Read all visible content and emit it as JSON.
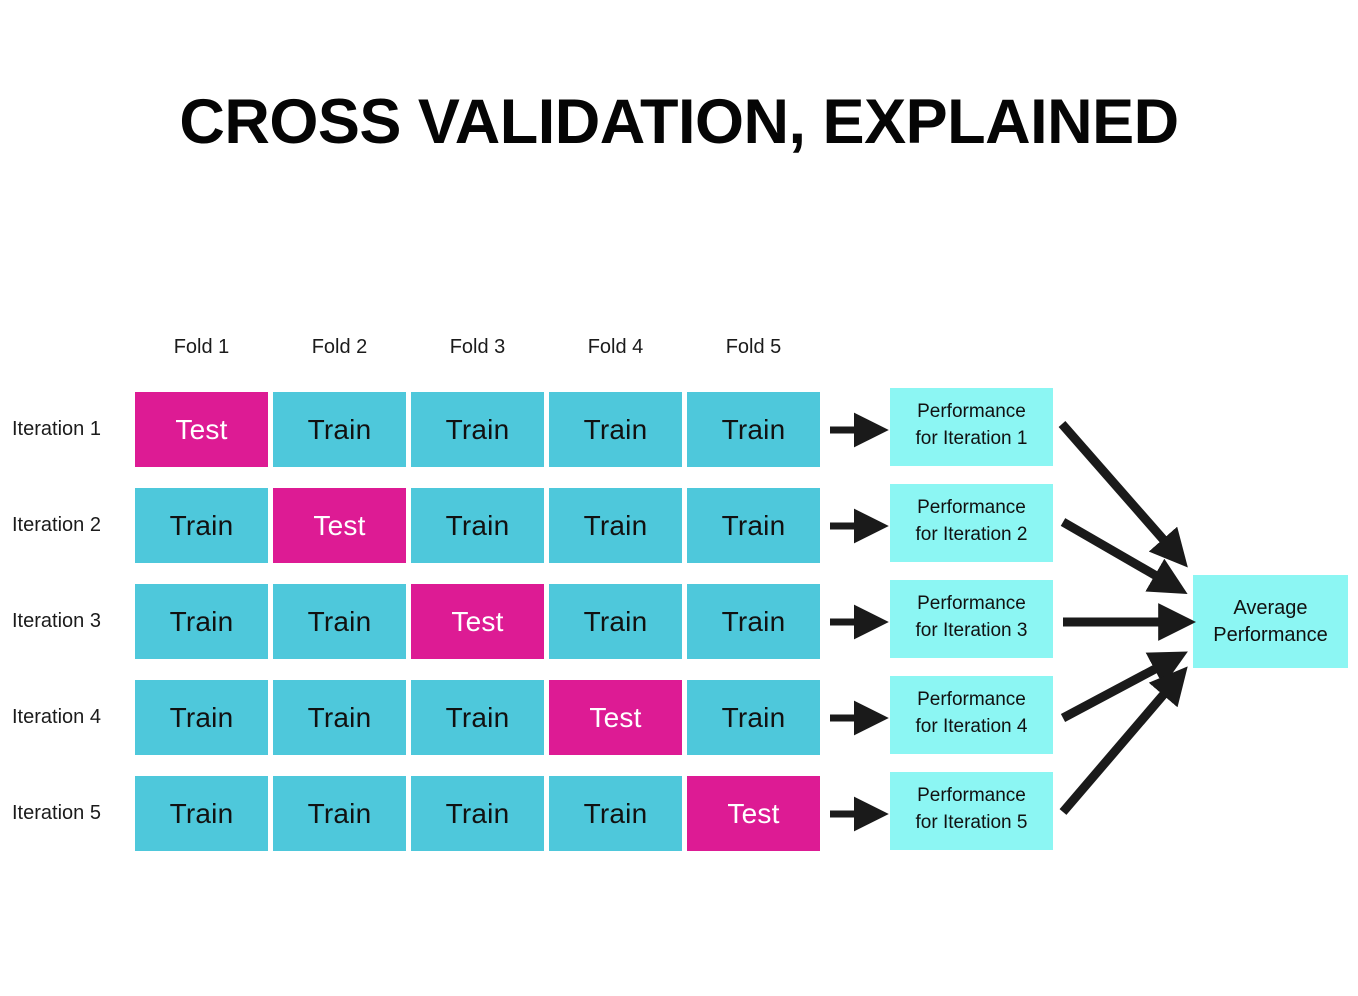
{
  "page": {
    "title": "CROSS VALIDATION, EXPLAINED",
    "background": "#ffffff"
  },
  "colors": {
    "train": "#4ec8db",
    "test": "#dd1b94",
    "performance_box": "#8cf6f3",
    "arrow": "#1a1a1a",
    "text": "#111111",
    "title_text": "#050505"
  },
  "grid": {
    "fold_headers": [
      "Fold 1",
      "Fold 2",
      "Fold 3",
      "Fold 4",
      "Fold 5"
    ],
    "iteration_labels": [
      "Iteration 1",
      "Iteration 2",
      "Iteration 3",
      "Iteration 4",
      "Iteration 5"
    ],
    "cell_labels": {
      "train": "Train",
      "test": "Test"
    },
    "rows": [
      [
        "Test",
        "Train",
        "Train",
        "Train",
        "Train"
      ],
      [
        "Train",
        "Test",
        "Train",
        "Train",
        "Train"
      ],
      [
        "Train",
        "Train",
        "Test",
        "Train",
        "Train"
      ],
      [
        "Train",
        "Train",
        "Train",
        "Test",
        "Train"
      ],
      [
        "Train",
        "Train",
        "Train",
        "Train",
        "Test"
      ]
    ]
  },
  "performance": {
    "boxes": [
      {
        "line1": "Performance",
        "line2": "for Iteration 1",
        "clipped": false
      },
      {
        "line1": "Performance",
        "line2": "for Iteration 2",
        "clipped": false
      },
      {
        "line1": "Performance",
        "line2": "for Iteration 3",
        "clipped": false
      },
      {
        "line1": "Performance",
        "line2": "for Iteration 4",
        "clipped": true
      },
      {
        "line1": "Performance",
        "line2": "for Iteration 5",
        "clipped": false
      }
    ]
  },
  "average": {
    "line1": "Average",
    "line2": "Performance"
  },
  "arrows": {
    "row_arrow_label": "arrow-right",
    "converge_label": "arrow-to-average"
  },
  "chart_data": {
    "type": "diagram",
    "title": "CROSS VALIDATION, EXPLAINED",
    "description": "5-fold cross validation matrix: 5 iterations x 5 folds, diagonal Test cells, each iteration yields a performance value which are averaged.",
    "n_folds": 5,
    "n_iterations": 5,
    "matrix": [
      [
        "Test",
        "Train",
        "Train",
        "Train",
        "Train"
      ],
      [
        "Train",
        "Test",
        "Train",
        "Train",
        "Train"
      ],
      [
        "Train",
        "Train",
        "Test",
        "Train",
        "Train"
      ],
      [
        "Train",
        "Train",
        "Train",
        "Test",
        "Train"
      ],
      [
        "Train",
        "Train",
        "Train",
        "Train",
        "Test"
      ]
    ],
    "column_labels": [
      "Fold 1",
      "Fold 2",
      "Fold 3",
      "Fold 4",
      "Fold 5"
    ],
    "row_labels": [
      "Iteration 1",
      "Iteration 2",
      "Iteration 3",
      "Iteration 4",
      "Iteration 5"
    ],
    "outputs": [
      "Performance for Iteration 1",
      "Performance for Iteration 2",
      "Performance for Iteration 3",
      "Performance for Iteration 4",
      "Performance for Iteration 5"
    ],
    "aggregate": "Average Performance",
    "legend": [
      {
        "label": "Test",
        "color": "#dd1b94"
      },
      {
        "label": "Train",
        "color": "#4ec8db"
      }
    ]
  }
}
